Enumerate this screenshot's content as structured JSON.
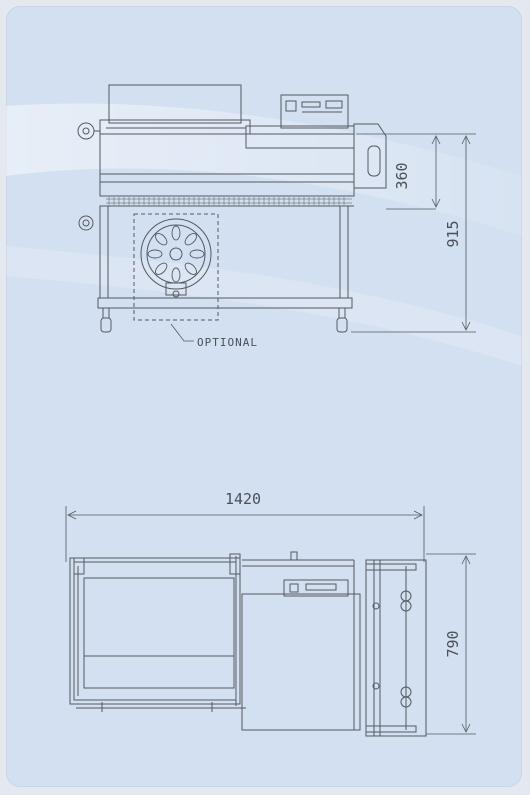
{
  "front_view": {
    "dims": {
      "height_upper": "360",
      "height_total": "915"
    },
    "note": "OPTIONAL"
  },
  "top_view": {
    "dims": {
      "width": "1420",
      "depth": "790"
    }
  },
  "colors": {
    "background": "#d3e0f1",
    "drawing_line": "#55595f"
  }
}
